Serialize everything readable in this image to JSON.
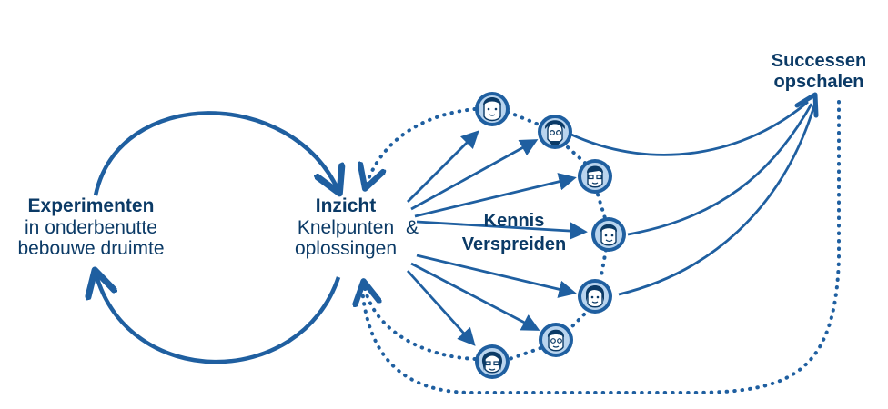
{
  "colors": {
    "primary": "#1f5fa0",
    "dark": "#0b3a66",
    "face_fill": "#b9d4ee",
    "skin": "#ffffff"
  },
  "labels": {
    "experimenten_title": "Experimenten",
    "experimenten_line2": "in onderbenutte",
    "experimenten_line3": "bebouwe druimte",
    "inzicht_title": "Inzicht",
    "inzicht_line2": "Knelpunten",
    "inzicht_amp": "&",
    "inzicht_line3": "oplossingen",
    "kennis_line1": "Kennis",
    "kennis_line2": "Verspreiden",
    "successen_line1": "Successen",
    "successen_line2": "opschalen"
  },
  "icons": [
    "person-avatar-icon",
    "arrowhead-icon"
  ]
}
